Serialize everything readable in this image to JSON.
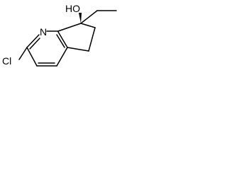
{
  "diagram": {
    "type": "chemical-structure",
    "atom_labels": {
      "chlorine": "Cl",
      "nitrogen": "N",
      "hydroxyl": "HO"
    },
    "colors": {
      "background": "#ffffff",
      "ink": "#000000"
    }
  }
}
